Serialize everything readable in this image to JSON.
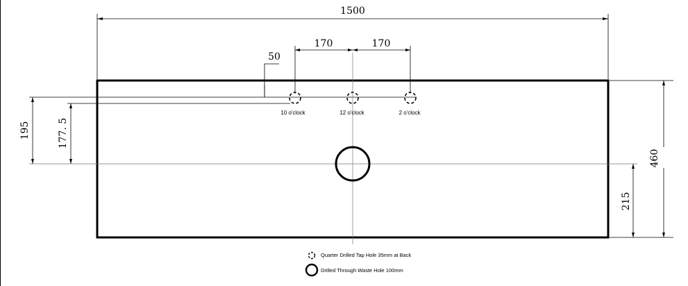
{
  "dimensions": {
    "overall_width": "1500",
    "tap_spacing_left": "170",
    "tap_spacing_right": "170",
    "tap_offset": "50",
    "overall_depth": "460",
    "waste_from_front": "215",
    "waste_from_back": "195",
    "tap_to_waste": "177. 5"
  },
  "tap_holes": [
    {
      "label": "10 o'clock"
    },
    {
      "label": "12 o'clock"
    },
    {
      "label": "2 o'clock"
    }
  ],
  "legend": {
    "tap_hole": "Quarter Drilled Tap Hole 35mm at Back",
    "waste_hole": "Drilled Through Waste Hole 100mm"
  },
  "colors": {
    "line": "#000000",
    "centerline": "#777777",
    "background": "#ffffff"
  }
}
